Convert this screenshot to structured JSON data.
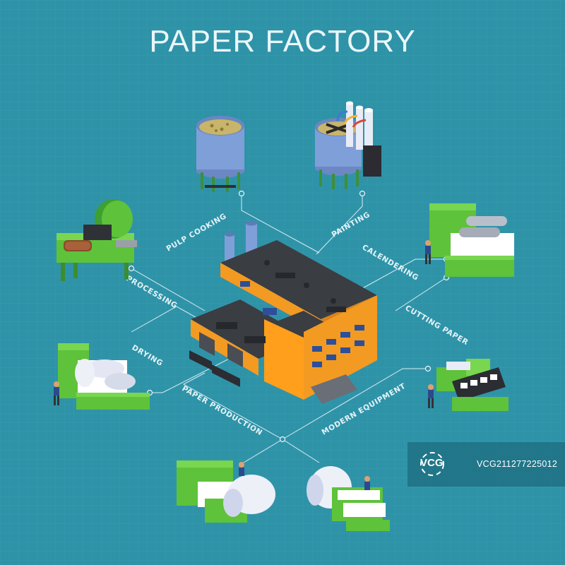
{
  "title": "PAPER FACTORY",
  "labels": {
    "pulp_cooking": "PULP COOKING",
    "painting": "PAINTING",
    "calendering": "CALENDERING",
    "processing": "PROCESSING",
    "cutting_paper": "CUTTING PAPER",
    "drying": "DRYING",
    "paper_production": "PAPER PRODUCTION",
    "modern_equipment": "MODERN EQUIPMENT"
  },
  "watermark": {
    "brand": "VCG",
    "text": "VCG211277225012"
  },
  "colors": {
    "background": "#2f93a8",
    "machine_green": "#5ec23a",
    "building_orange": "#f39a22",
    "roof": "#3a3d42",
    "tank_blue": "#7f9fd9",
    "paper": "#f2f4fb"
  }
}
